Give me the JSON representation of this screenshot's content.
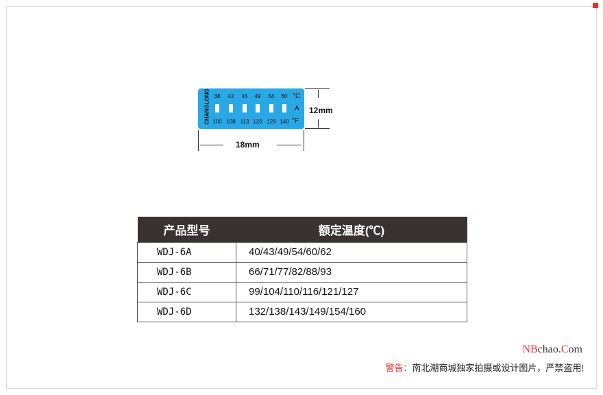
{
  "label": {
    "brand": "CHANGLONG",
    "celsius": [
      "38",
      "42",
      "45",
      "49",
      "54",
      "60"
    ],
    "fahrenheit": [
      "100",
      "108",
      "113",
      "120",
      "129",
      "140"
    ],
    "c_unit": "°C",
    "model_letter": "A",
    "f_unit": "°F",
    "height_dim": "12mm",
    "width_dim": "18mm",
    "color": "#29a8e6"
  },
  "table": {
    "headers": [
      "产品型号",
      "额定温度(℃)"
    ],
    "rows": [
      [
        "WDJ-6A",
        "40/43/49/54/60/62"
      ],
      [
        "WDJ-6B",
        "66/71/77/82/88/93"
      ],
      [
        "WDJ-6C",
        "99/104/110/116/121/127"
      ],
      [
        "WDJ-6D",
        "132/138/143/149/154/160"
      ]
    ]
  },
  "footer": {
    "site_red1": "NB",
    "site_mid": "chao.",
    "site_red2": "C",
    "site_end": "om",
    "warning_label": "警告：",
    "warning_text": "南北潮商城独家拍摄或设计图片，严禁盗用!"
  }
}
